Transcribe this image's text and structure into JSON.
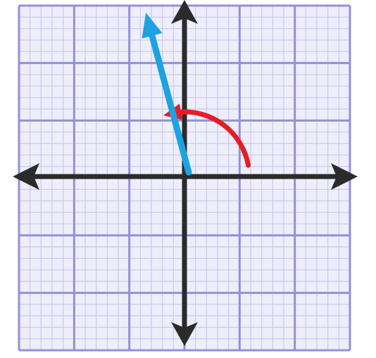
{
  "colors": {
    "background": "#ffffff",
    "paper": "#eeeefa",
    "minor_grid": "#c9c7ee",
    "major_grid": "#9390d6",
    "axis": "#2b2b2b",
    "vector": "#1ca3e0",
    "angle_arc": "#e41e26"
  },
  "diagram": {
    "grid_major_divisions": 6,
    "grid_minor_per_major": 5,
    "vector_angle_degrees": 105,
    "arc_start_degrees": 10,
    "arc_end_degrees": 103
  }
}
